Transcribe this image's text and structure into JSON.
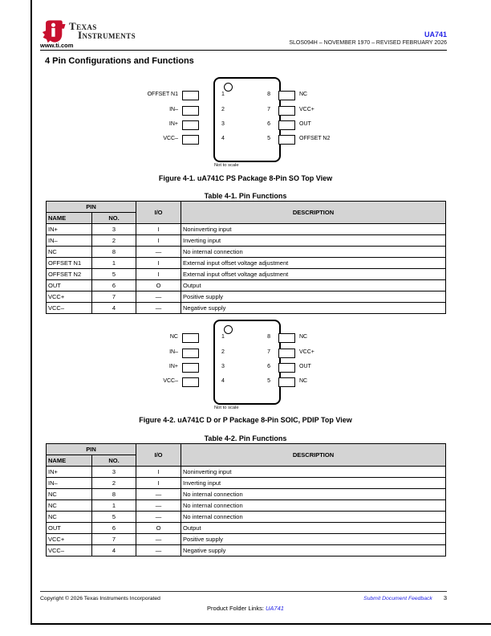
{
  "header": {
    "brand_top": "Texas",
    "brand_bottom": "Instruments",
    "website": "www.ti.com",
    "part_number": "UA741",
    "doc_line": "SLOS094H – NOVEMBER 1970 – REVISED FEBRUARY 2026"
  },
  "section_title": "4 Pin Configurations and Functions",
  "colors": {
    "link_blue": "#2323e6",
    "ti_logo_red": "#C8102E",
    "table_header_bg": "#d4d4d4"
  },
  "figure1": {
    "left_pins": [
      {
        "label": "OFFSET N1",
        "num": "1"
      },
      {
        "label": "IN–",
        "num": "2"
      },
      {
        "label": "IN+",
        "num": "3"
      },
      {
        "label": "VCC–",
        "num": "4"
      }
    ],
    "right_pins": [
      {
        "label": "NC",
        "num": "8"
      },
      {
        "label": "VCC+",
        "num": "7"
      },
      {
        "label": "OUT",
        "num": "6"
      },
      {
        "label": "OFFSET N2",
        "num": "5"
      }
    ],
    "not_to_scale": "Not to scale",
    "caption": "Figure 4-1. uA741C PS Package 8-Pin SO Top View"
  },
  "table1": {
    "title": "Table 4-1. Pin Functions",
    "col_pin": "PIN",
    "col_name": "NAME",
    "col_no": "NO.",
    "col_io": "I/O",
    "col_description": "DESCRIPTION",
    "rows": [
      {
        "name": "IN+",
        "no": "3",
        "io": "I",
        "desc": "Noninverting input"
      },
      {
        "name": "IN–",
        "no": "2",
        "io": "I",
        "desc": "Inverting input"
      },
      {
        "name": "NC",
        "no": "8",
        "io": "—",
        "desc": "No internal connection"
      },
      {
        "name": "OFFSET N1",
        "no": "1",
        "io": "I",
        "desc": "External input offset voltage adjustment"
      },
      {
        "name": "OFFSET N2",
        "no": "5",
        "io": "I",
        "desc": "External input offset voltage adjustment"
      },
      {
        "name": "OUT",
        "no": "6",
        "io": "O",
        "desc": "Output"
      },
      {
        "name": "VCC+",
        "no": "7",
        "io": "—",
        "desc": "Positive supply"
      },
      {
        "name": "VCC–",
        "no": "4",
        "io": "—",
        "desc": "Negative supply"
      }
    ]
  },
  "figure2": {
    "left_pins": [
      {
        "label": "NC",
        "num": "1"
      },
      {
        "label": "IN–",
        "num": "2"
      },
      {
        "label": "IN+",
        "num": "3"
      },
      {
        "label": "VCC–",
        "num": "4"
      }
    ],
    "right_pins": [
      {
        "label": "NC",
        "num": "8"
      },
      {
        "label": "VCC+",
        "num": "7"
      },
      {
        "label": "OUT",
        "num": "6"
      },
      {
        "label": "NC",
        "num": "5"
      }
    ],
    "not_to_scale": "Not to scale",
    "caption": "Figure 4-2. uA741C D or P Package 8-Pin SOIC, PDIP Top View"
  },
  "table2": {
    "title": "Table 4-2. Pin Functions",
    "col_pin": "PIN",
    "col_name": "NAME",
    "col_no": "NO.",
    "col_io": "I/O",
    "col_description": "DESCRIPTION",
    "rows": [
      {
        "name": "IN+",
        "no": "3",
        "io": "I",
        "desc": "Noninverting input"
      },
      {
        "name": "IN–",
        "no": "2",
        "io": "I",
        "desc": "Inverting input"
      },
      {
        "name": "NC",
        "no": "8",
        "io": "—",
        "desc": "No internal connection"
      },
      {
        "name": "NC",
        "no": "1",
        "io": "—",
        "desc": "No internal connection"
      },
      {
        "name": "NC",
        "no": "5",
        "io": "—",
        "desc": "No internal connection"
      },
      {
        "name": "OUT",
        "no": "6",
        "io": "O",
        "desc": "Output"
      },
      {
        "name": "VCC+",
        "no": "7",
        "io": "—",
        "desc": "Positive supply"
      },
      {
        "name": "VCC–",
        "no": "4",
        "io": "—",
        "desc": "Negative supply"
      }
    ]
  },
  "footer": {
    "copyright": "Copyright © 2026 Texas Instruments Incorporated",
    "feedback_link": "Submit Document Feedback",
    "page_number": "3",
    "product_links_label": "Product Folder Links:",
    "product_links_part": "UA741"
  }
}
